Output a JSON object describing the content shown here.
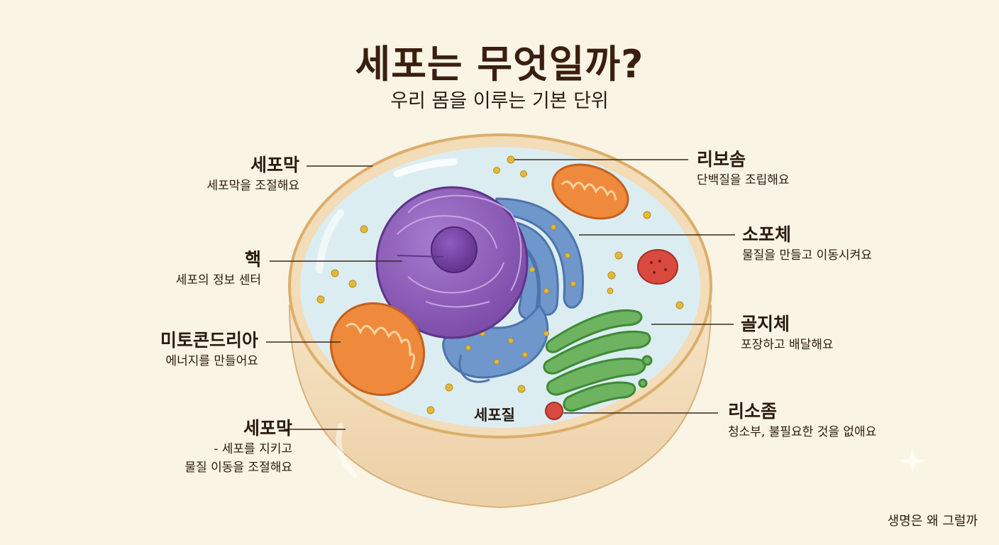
{
  "title": "세포는 무엇일까?",
  "subtitle": "우리 몸을 이루는 기본 단위",
  "labels": {
    "membrane_top": {
      "name": "세포막",
      "desc": "세포막을 조절해요"
    },
    "nucleus": {
      "name": "핵",
      "desc": "세포의 정보 센터"
    },
    "mitochondria": {
      "name": "미토콘드리아",
      "desc": "에너지를 만들어요"
    },
    "membrane_bottom": {
      "name": "세포막",
      "desc_line1": "- 세포를 지키고",
      "desc_line2": "물질 이동을 조절해요"
    },
    "ribosome": {
      "name": "리보솜",
      "desc": "단백질을 조립해요"
    },
    "er": {
      "name": "소포체",
      "desc": "물질을 만들고 이동시켜요"
    },
    "golgi": {
      "name": "골지체",
      "desc": "포장하고 배달해요"
    },
    "lysosome": {
      "name": "리소좀",
      "desc": "청소부, 불필요한 것을 없애요"
    }
  },
  "cytoplasm_label": "세포질",
  "footer": "생명은 왜 그럴까",
  "colors": {
    "background": "#faf4e4",
    "cell_wall": "#f1d9b4",
    "cytoplasm": "#dfeef2",
    "nucleus": "#8c5cb4",
    "er": "#6f97cc",
    "mitochondria": "#ef8a3c",
    "golgi": "#6eb35f",
    "lysosome": "#d94a3e",
    "ribosome": "#e3b93c"
  }
}
